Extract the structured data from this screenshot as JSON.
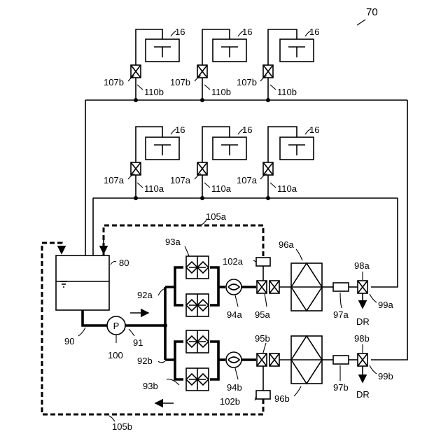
{
  "figure_number": "70",
  "labels": {
    "user_unit": "16",
    "valve_upper": "107b",
    "pipe_upper": "110b",
    "valve_lower": "107a",
    "pipe_lower": "110a",
    "return_upper": "105a",
    "return_lower": "105b",
    "tank": "80",
    "flow_path": "90",
    "inlet_pipe": "91",
    "pump": "100",
    "pump_letter": "P",
    "branch_a": "92a",
    "branch_b": "92b",
    "filter_a": "93a",
    "filter_b": "93b",
    "meter_a": "94a",
    "meter_b": "94b",
    "valve_a": "95a",
    "valve_b": "95b",
    "membrane_a": "96a",
    "membrane_b": "96b",
    "orifice_a": "97a",
    "orifice_b": "97b",
    "drain_valve_a": "98a",
    "drain_valve_b": "98b",
    "drain_pipe_a": "99a",
    "drain_pipe_b": "99b",
    "sensor_a": "102a",
    "sensor_b": "102b",
    "drain_a": "DR",
    "drain_b": "DR"
  },
  "icons": {
    "valve": "crossed-box-valve-icon",
    "pump": "circle-pump-icon",
    "flowmeter": "circle-flowmeter-icon",
    "flow_arrow": "arrow-icon",
    "membrane": "diamond-module-icon"
  }
}
